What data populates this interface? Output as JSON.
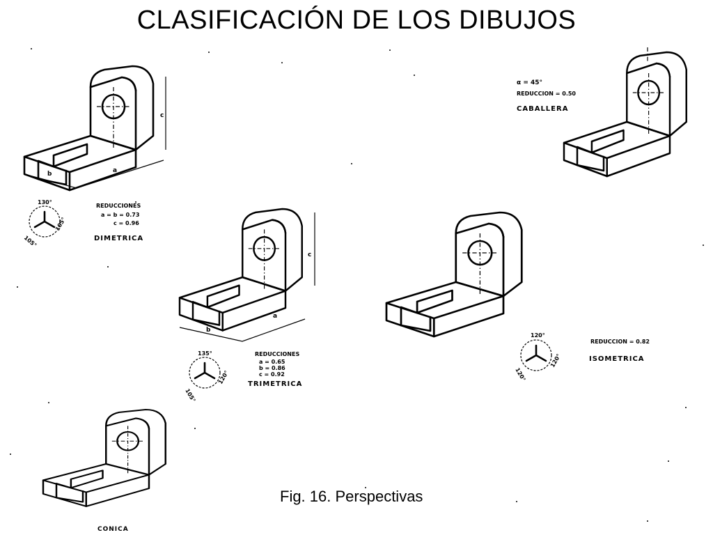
{
  "page": {
    "title": "CLASIFICACIÓN DE LOS DIBUJOS",
    "caption": "Fig. 16. Perspectivas"
  },
  "caballera": {
    "angle": "α = 45°",
    "reduction": "REDUCCION = 0.50",
    "name": "CABALLERA"
  },
  "dimetrica": {
    "angle_top": "130°",
    "angle_left": "105°",
    "angle_right": "105°",
    "reductions_title": "REDUCCIONES",
    "reduction_ab": "a = b = 0.73",
    "reduction_c": "c = 0.96",
    "name": "DIMETRICA",
    "dim_a": "a",
    "dim_b": "b",
    "dim_c": "c"
  },
  "trimetrica": {
    "angle_top": "135°",
    "angle_left": "105°",
    "angle_right": "120°",
    "reductions_title": "REDUCCIONES",
    "reduction_a": "a = 0.65",
    "reduction_b": "b = 0.86",
    "reduction_c": "c = 0.92",
    "name": "TRIMETRICA",
    "dim_a": "a",
    "dim_b": "b",
    "dim_c": "c"
  },
  "isometrica": {
    "angle_top": "120°",
    "angle_left": "120°",
    "angle_right": "120°",
    "reduction": "REDUCCION = 0.82",
    "name": "ISOMETRICA"
  },
  "conica": {
    "name": "CONICA"
  }
}
